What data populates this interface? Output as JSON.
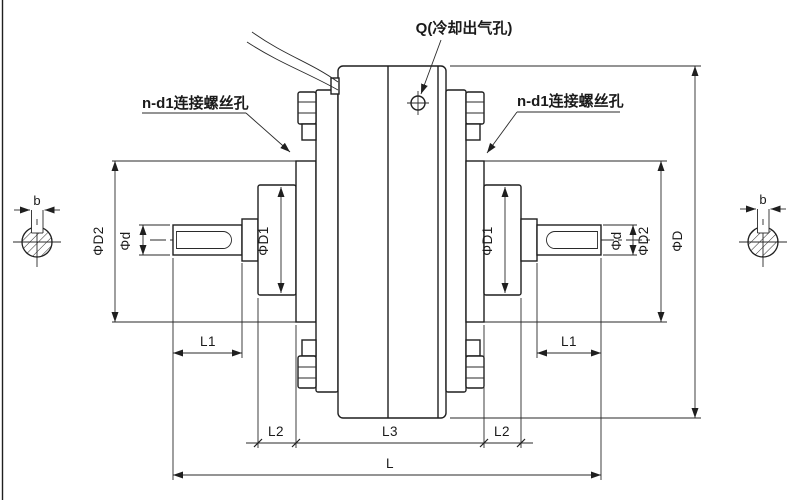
{
  "callouts": {
    "cooling_air_outlet": "Q(冷却出气孔)",
    "connection_screw_holes": "n-d1连接螺丝孔"
  },
  "dimensions": {
    "d2": "ΦD2",
    "d": "Φd",
    "d1": "ΦD1",
    "outer_d": "ΦD",
    "l1": "L1",
    "l2": "L2",
    "l3": "L3",
    "l": "L",
    "key_width": "b"
  },
  "colors": {
    "line": "#1f1f1f",
    "background": "#ffffff"
  }
}
